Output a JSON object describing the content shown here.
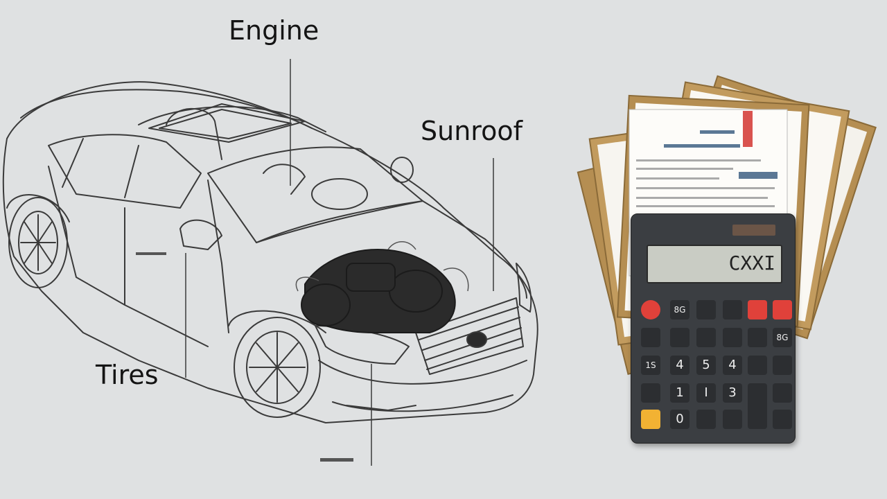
{
  "labels": {
    "engine": "Engine",
    "sunroof": "Sunroof",
    "tires": "Tires"
  },
  "calculator": {
    "display": "CXXI",
    "keys": [
      [
        "",
        "8G",
        "",
        "",
        ""
      ],
      [
        "",
        "",
        "",
        "",
        "8G"
      ],
      [
        "1S",
        "4",
        "5",
        "4",
        ""
      ],
      [
        "",
        "1",
        "I",
        "3",
        ""
      ],
      [
        "",
        "0",
        "",
        "",
        ""
      ]
    ]
  },
  "colors": {
    "background": "#dfe1e2",
    "line": "#3a3a3a",
    "engine_block": "#2b2b2b",
    "calculator_body": "#3b3e42",
    "calculator_screen": "#c9ccc4",
    "key_red": "#e0413a",
    "key_yellow": "#f2b233",
    "paper_kraft": "#b58e52",
    "paper_white": "#f7f5f0",
    "doc_blue": "#5b7895",
    "doc_red": "#d9534f"
  }
}
